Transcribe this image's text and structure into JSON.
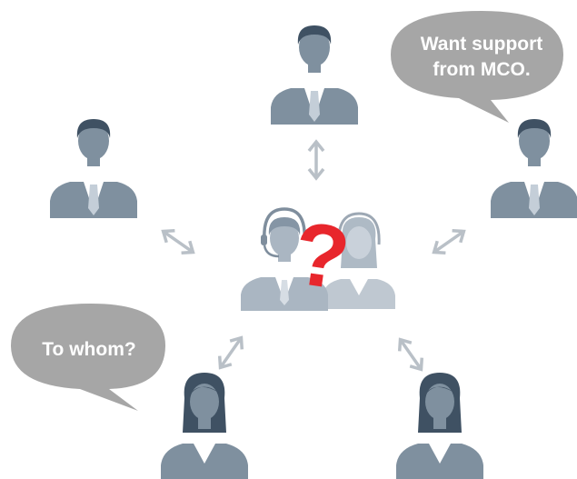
{
  "bubbles": {
    "support": {
      "line1": "Want support",
      "line2": "from MCO."
    },
    "whom": {
      "text": "To whom?"
    }
  },
  "center": {
    "symbol": "?"
  },
  "colors": {
    "person_body": "#7f909f",
    "person_hair": "#3f5163",
    "tie": "#c4ced8",
    "shirt": "#ffffff",
    "bubble": "#a6a6a6",
    "arrow": "#b9c0c7",
    "operators": "#aab6c2",
    "question_mark": "#e8262c"
  }
}
